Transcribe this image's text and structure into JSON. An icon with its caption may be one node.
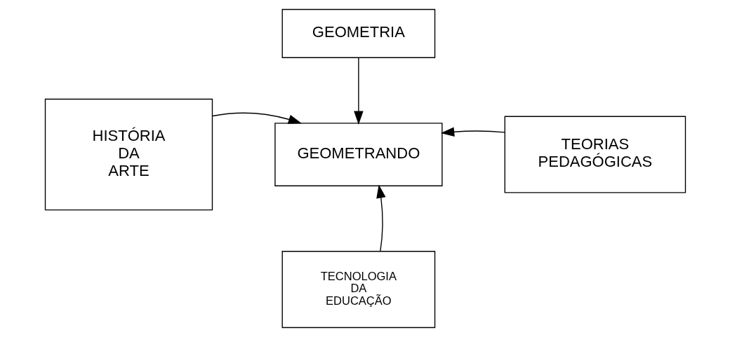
{
  "diagram": {
    "nodes": [
      {
        "text": [
          "GEOMETRIA"
        ]
      },
      {
        "text": [
          "HISTÓRIA DA ARTE"
        ]
      },
      {
        "text": [
          "GEOMETRANDO"
        ]
      },
      {
        "text": [
          "TEORIAS PEDAGÓGICAS"
        ]
      },
      {
        "text": [
          "TECNOLOGIA DA EDUCAÇÃO"
        ]
      }
    ],
    "edges": [
      {
        "from": 0,
        "to": 2,
        "arrow": "to"
      },
      {
        "from": 1,
        "to": 2,
        "arrow": "to"
      },
      {
        "from": 3,
        "to": 2,
        "arrow": "to"
      },
      {
        "from": 4,
        "to": 2,
        "arrow": "to"
      }
    ]
  }
}
